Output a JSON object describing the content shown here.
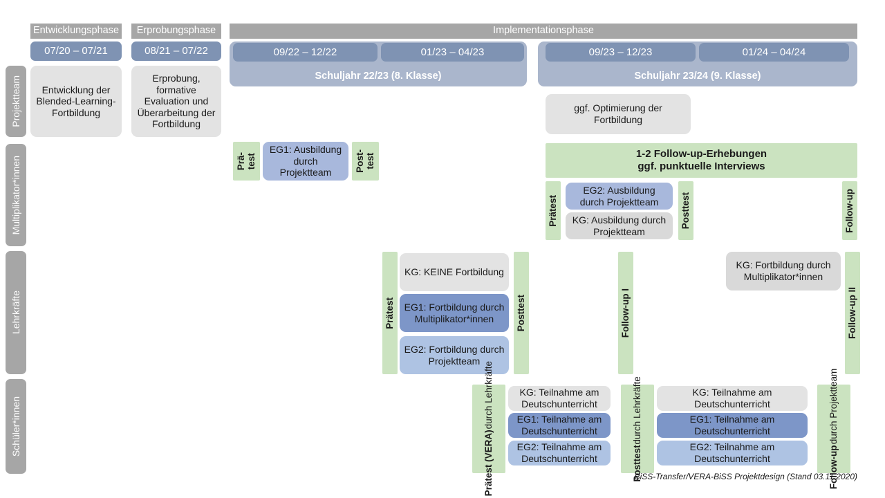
{
  "header": {
    "phases": [
      {
        "label": "Entwicklungsphase"
      },
      {
        "label": "Erprobungsphase"
      },
      {
        "label": "Implementationsphase"
      }
    ],
    "date_chips": [
      {
        "label": "07/20 – 07/21"
      },
      {
        "label": "08/21 – 07/22"
      },
      {
        "label": "09/22 – 12/22"
      },
      {
        "label": "01/23 – 04/23"
      },
      {
        "label": "09/23 – 12/23"
      },
      {
        "label": "01/24 – 04/24"
      }
    ],
    "school_years": [
      {
        "label": "Schuljahr 22/23 (8. Klasse)"
      },
      {
        "label": "Schuljahr 23/24 (9. Klasse)"
      }
    ]
  },
  "roles": [
    {
      "label": "Projektteam"
    },
    {
      "label": "Multiplikator*innen"
    },
    {
      "label": "Lehrkräfte"
    },
    {
      "label": "Schüler*innen"
    }
  ],
  "projektteam": {
    "entwicklung": "Entwicklung der Blended-Learning-Fortbildung",
    "erprobung": "Erprobung, formative Evaluation und Überarbeitung der Fortbildung",
    "optimierung": "ggf. Optimierung der Fortbildung"
  },
  "multiplikatoren": {
    "praetest_1_line1": "Prä-",
    "praetest_1_line2": "test",
    "posttest_1_line1": "Post-",
    "posttest_1_line2": "test",
    "eg1_ausbildung": "EG1: Ausbildung durch Projektteam",
    "followup_band_line1": "1-2 Follow-up-Erhebungen",
    "followup_band_line2": "ggf. punktuelle Interviews",
    "praetest_2": "Prätest",
    "posttest_2": "Posttest",
    "followup": "Follow-up",
    "eg2_ausbildung": "EG2: Ausbildung durch Projektteam",
    "kg_ausbildung": "KG: Ausbildung durch Projektteam"
  },
  "lehrkraefte": {
    "praetest": "Prätest",
    "posttest": "Posttest",
    "followup_1": "Follow-up I",
    "followup_2": "Follow-up II",
    "kg_keine": "KG:  KEINE Fortbildung",
    "eg1_fortbildung": "EG1: Fortbildung durch Multiplikator*innen",
    "eg2_fortbildung": "EG2: Fortbildung durch Projektteam",
    "kg_fortbildung": "KG: Fortbildung durch Multiplikator*innen"
  },
  "schueler": {
    "praetest_main": "Prätest (VERA)",
    "praetest_sub": "durch Lehrkräfte",
    "posttest_main": "Posttest",
    "posttest_sub": "durch Lehrkräfte",
    "followup_main": "Follow-up",
    "followup_sub": "durch Projektteam",
    "kg_1": "KG: Teilnahme am Deutschunterricht",
    "eg1_1": "EG1: Teilnahme am Deutschunterricht",
    "eg2_1": "EG2: Teilnahme am Deutschunterricht",
    "kg_2": "KG: Teilnahme am Deutschunterricht",
    "eg1_2": "EG1: Teilnahme am Deutschunterricht",
    "eg2_2": "EG2: Teilnahme am Deutschunterricht"
  },
  "footer": {
    "note": "BiSS-Transfer/VERA-BiSS Projektdesign (Stand 03.11.2020)"
  },
  "colors": {
    "gray_header": "#a6a6a6",
    "date_chip": "#7f93b3",
    "school_band": "#aab6cc",
    "green": "#cbe3c0",
    "blue_light": "#aec3e3",
    "blue_mid": "#a8b8dc",
    "blue_dark": "#7d96c8",
    "box_gray": "#e3e3e3"
  }
}
